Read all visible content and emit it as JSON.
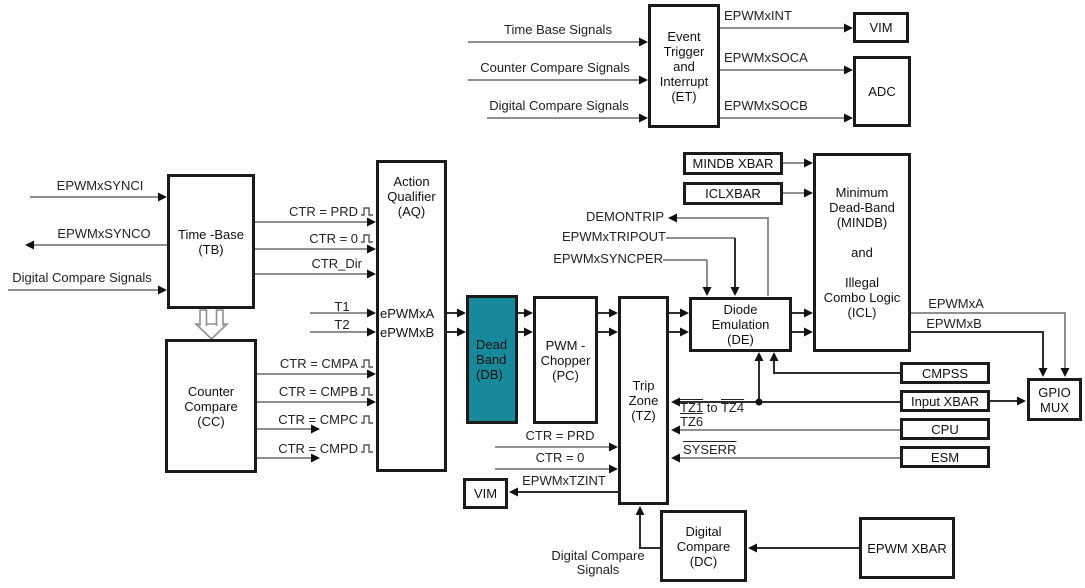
{
  "blocks": {
    "et": {
      "label": "Event\nTrigger\nand\nInterrupt\n(ET)"
    },
    "vim_top": {
      "label": "VIM"
    },
    "adc": {
      "label": "ADC"
    },
    "tb": {
      "label": "Time -Base\n(TB)"
    },
    "cc": {
      "label": "Counter\nCompare\n(CC)"
    },
    "aq": {
      "label": "Action\nQualifier\n(AQ)",
      "port_a": "ePWMxA",
      "port_b": "ePWMxB"
    },
    "db": {
      "label": "Dead\nBand\n(DB)"
    },
    "pc": {
      "label": "PWM -\nChopper\n(PC)"
    },
    "tz": {
      "label": "Trip\nZone\n(TZ)"
    },
    "de": {
      "label": "Diode\nEmulation\n(DE)"
    },
    "mindb_xbar": {
      "label": "MINDB XBAR"
    },
    "iclxbar": {
      "label": "ICLXBAR"
    },
    "icl": {
      "label": "Minimum\nDead-Band\n(MINDB)\n\nand\n\nIllegal\nCombo Logic\n(ICL)"
    },
    "cmpss": {
      "label": "CMPSS"
    },
    "input_xbar": {
      "label": "Input XBAR"
    },
    "cpu": {
      "label": "CPU"
    },
    "esm": {
      "label": "ESM"
    },
    "gpio_mux": {
      "label": "GPIO\nMUX"
    },
    "vim_bottom": {
      "label": "VIM"
    },
    "dc": {
      "label": "Digital\nCompare\n(DC)"
    },
    "epwm_xbar": {
      "label": "EPWM XBAR"
    }
  },
  "signals": {
    "time_base": "Time Base Signals",
    "counter_compare": "Counter Compare Signals",
    "digital_compare_top": "Digital Compare Signals",
    "epwmxint": "EPWMxINT",
    "epwmxsoca": "EPWMxSOCA",
    "epwmxsocb": "EPWMxSOCB",
    "epwmxsynci": "EPWMxSYNCI",
    "epwmxsynco": "EPWMxSYNCO",
    "digital_compare_left": "Digital Compare Signals",
    "ctr_prd": "CTR = PRD",
    "ctr_0": "CTR = 0",
    "ctr_dir": "CTR_Dir",
    "t1": "T1",
    "t2": "T2",
    "ctr_cmpa": "CTR = CMPA",
    "ctr_cmpb": "CTR = CMPB",
    "ctr_cmpc": "CTR = CMPC",
    "ctr_cmpd": "CTR = CMPD",
    "demontrip": "DEMONTRIP",
    "epwmxtripout": "EPWMxTRIPOUT",
    "epwmxsyncper": "EPWMxSYNCPER",
    "ctr_prd_tz": "CTR = PRD",
    "ctr_0_tz": "CTR = 0",
    "epwmxtzint": "EPWMxTZINT",
    "tz1": "TZ1",
    "tz_to": " to ",
    "tz4": "TZ4",
    "tz6": "TZ6",
    "syserr": "SYSERR",
    "epwmxa": "EPWMxA",
    "epwmxb": "EPWMxB",
    "digital_compare_bottom": "Digital Compare\nSignals"
  },
  "colors": {
    "highlight_teal": "#17899b",
    "line_gray": "#8f8f8f",
    "line_black": "#2e2e2e",
    "arrow_fill": "#111111",
    "border": "#1b1b1b"
  }
}
